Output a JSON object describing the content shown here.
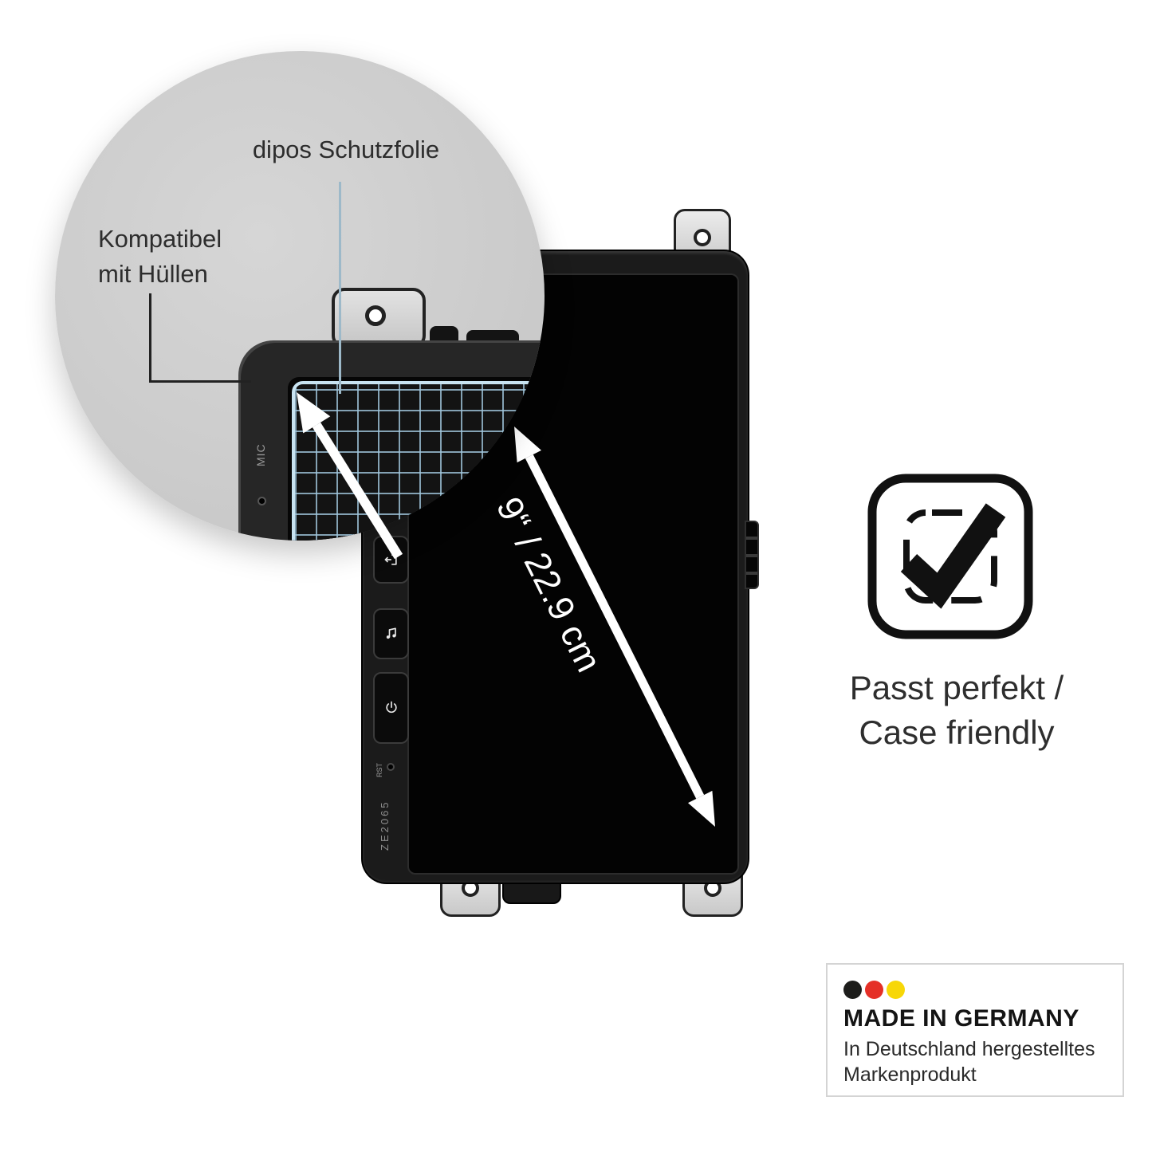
{
  "magnifier": {
    "film_label": "dipos Schutzfolie",
    "case_label_line1": "Kompatibel",
    "case_label_line2": "mit Hüllen",
    "mic_label": "MIC"
  },
  "device": {
    "model": "ZE2065",
    "reset_label": "RST",
    "diagonal_label": "9“ / 22.9 cm"
  },
  "features": {
    "case_friendly_line1": "Passt perfekt /",
    "case_friendly_line2": "Case friendly"
  },
  "badge": {
    "title": "MADE IN GERMANY",
    "subtitle_line1": "In Deutschland hergestelltes",
    "subtitle_line2": "Markenprodukt",
    "flag_colors": {
      "black": "#1d1d1b",
      "red": "#e53027",
      "yellow": "#f7d708"
    }
  },
  "colors": {
    "film_grid": "#a0c6dc",
    "film_border": "#c8e3f1",
    "pointer_blue": "#9db9c9",
    "pointer_black": "#222222",
    "arrow_white": "#ffffff"
  }
}
